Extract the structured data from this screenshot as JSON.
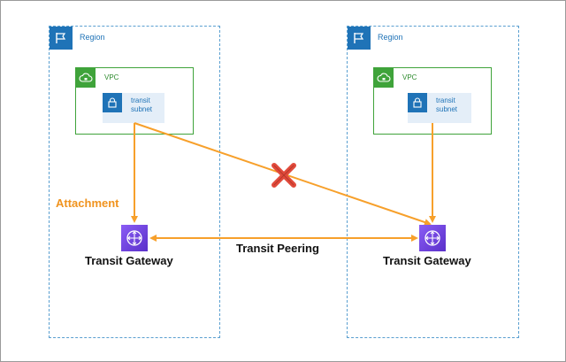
{
  "regions": [
    {
      "label": "Region",
      "vpc": {
        "label": "VPC",
        "subnet": {
          "line1": "transit",
          "line2": "subnet"
        }
      },
      "gateway": {
        "label": "Transit Gateway"
      }
    },
    {
      "label": "Region",
      "vpc": {
        "label": "VPC",
        "subnet": {
          "line1": "transit",
          "line2": "subnet"
        }
      },
      "gateway": {
        "label": "Transit Gateway"
      }
    }
  ],
  "connections": {
    "attachment_label": "Attachment",
    "peering_label": "Transit Peering"
  },
  "colors": {
    "region": "#1f73b7",
    "vpc": "#3fa33a",
    "arrow": "#f7a02b",
    "blocked": "#e14a3b",
    "gateway": "#7b4ce8"
  }
}
